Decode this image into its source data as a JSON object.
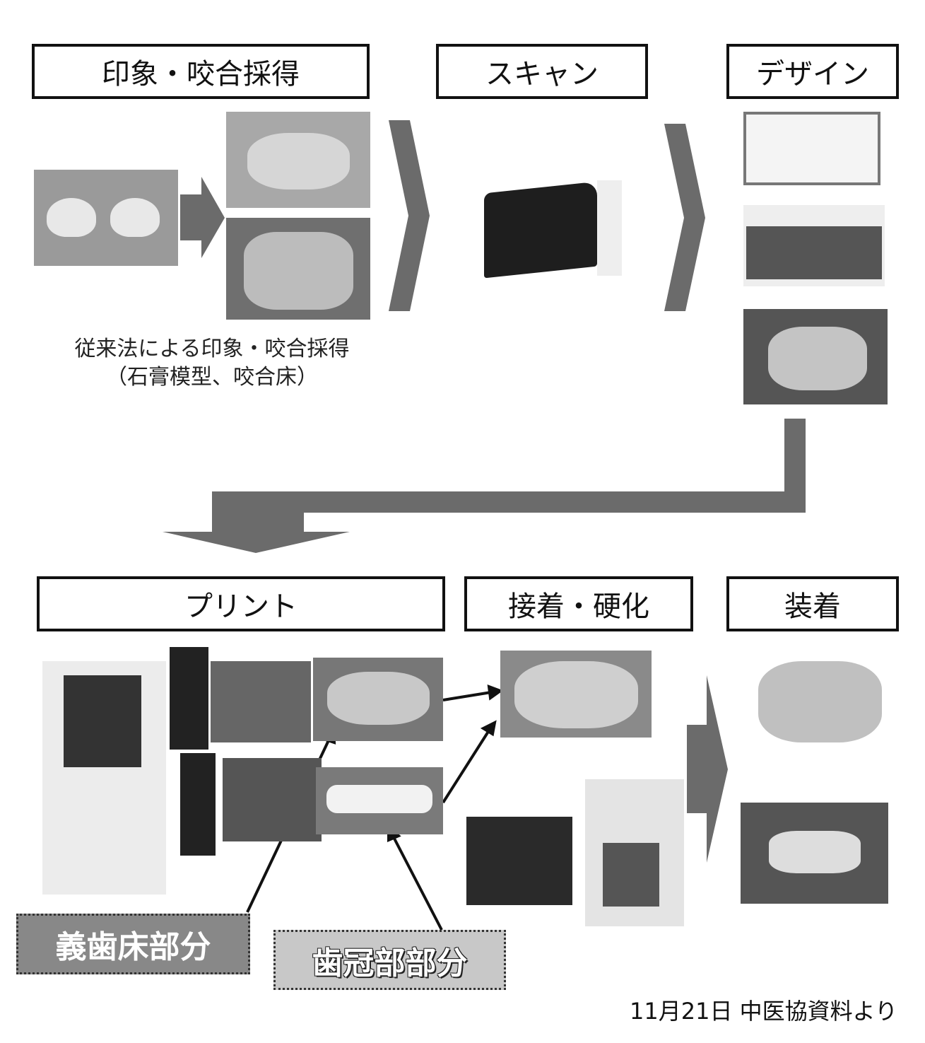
{
  "steps_top": [
    "印象・咬合採得",
    "スキャン",
    "デザイン"
  ],
  "steps_bottom": [
    "プリント",
    "接着・硬化",
    "装着"
  ],
  "caption": [
    "従来法による印象・咬合採得",
    "（石膏模型、咬合床）"
  ],
  "labels": {
    "base": "義歯床部分",
    "crown": "歯冠部部分"
  },
  "source": "11月21日 中医協資料より",
  "colors": {
    "arrow": "#6b6b6b",
    "base_label": "#888888",
    "crown_label": "#c8c8c8"
  }
}
